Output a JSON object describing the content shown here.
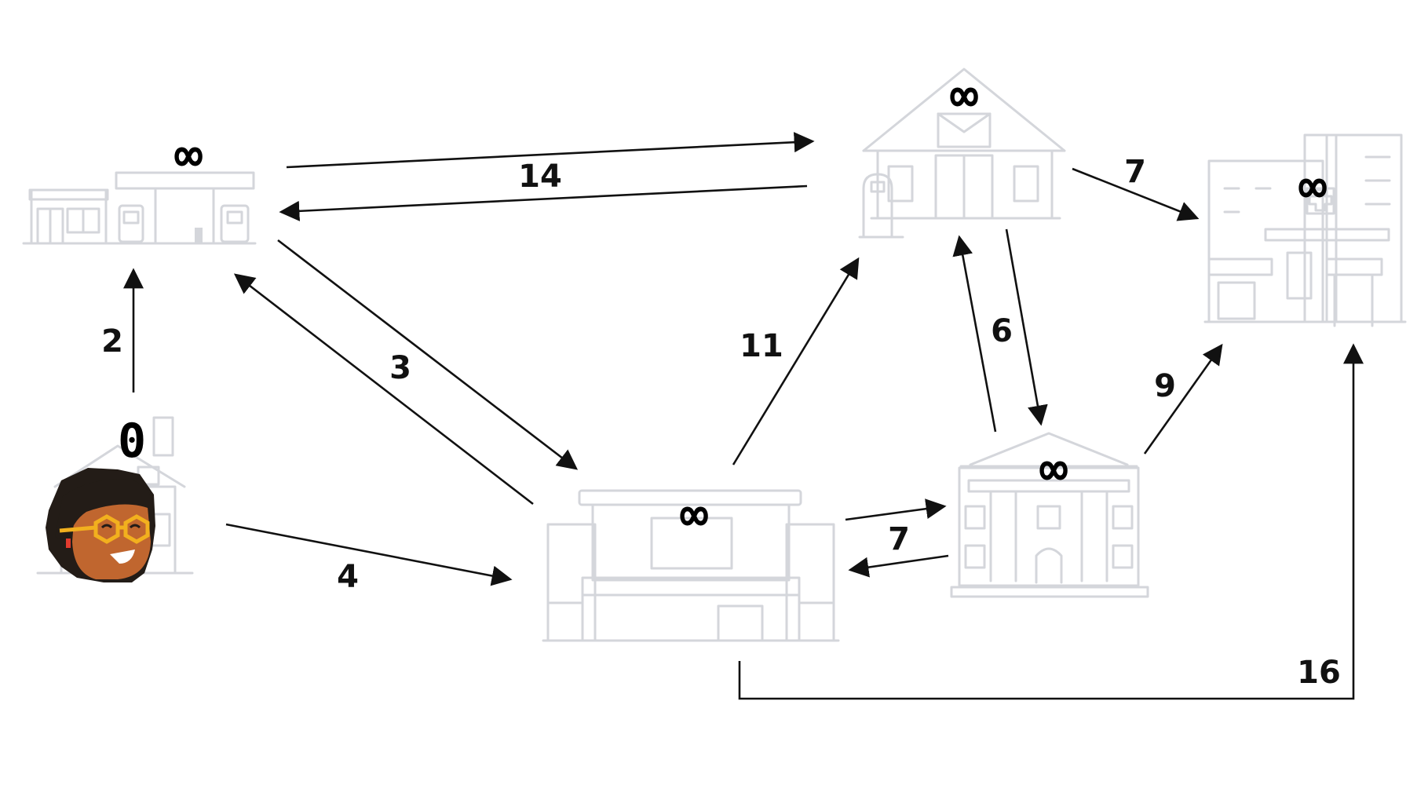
{
  "nodes": [
    {
      "id": "home",
      "distance": "0",
      "icon": "house-icon"
    },
    {
      "id": "gas-station",
      "distance": "∞",
      "icon": "gas-station-icon"
    },
    {
      "id": "store",
      "distance": "∞",
      "icon": "store-icon"
    },
    {
      "id": "post-office",
      "distance": "∞",
      "icon": "post-office-icon"
    },
    {
      "id": "bank",
      "distance": "∞",
      "icon": "bank-icon"
    },
    {
      "id": "hospital",
      "distance": "∞",
      "icon": "hospital-icon"
    }
  ],
  "edges": [
    {
      "from": "home",
      "to": "gas-station",
      "weight": "2"
    },
    {
      "from": "home",
      "to": "store",
      "weight": "4"
    },
    {
      "from": "gas-station",
      "to": "store",
      "weight": "3"
    },
    {
      "from": "gas-station",
      "to": "post-office",
      "weight": "14"
    },
    {
      "from": "store",
      "to": "post-office",
      "weight": "11"
    },
    {
      "from": "store",
      "to": "bank",
      "weight": "7"
    },
    {
      "from": "post-office",
      "to": "bank",
      "weight": "6"
    },
    {
      "from": "post-office",
      "to": "hospital",
      "weight": "7"
    },
    {
      "from": "bank",
      "to": "hospital",
      "weight": "9"
    },
    {
      "from": "store",
      "to": "hospital",
      "weight": "16"
    }
  ],
  "colors": {
    "building_stroke": "#d4d6db",
    "edge": "#111111",
    "avatar_skin": "#c0662f",
    "avatar_hair": "#231c17",
    "avatar_glasses": "#f2b01e"
  }
}
